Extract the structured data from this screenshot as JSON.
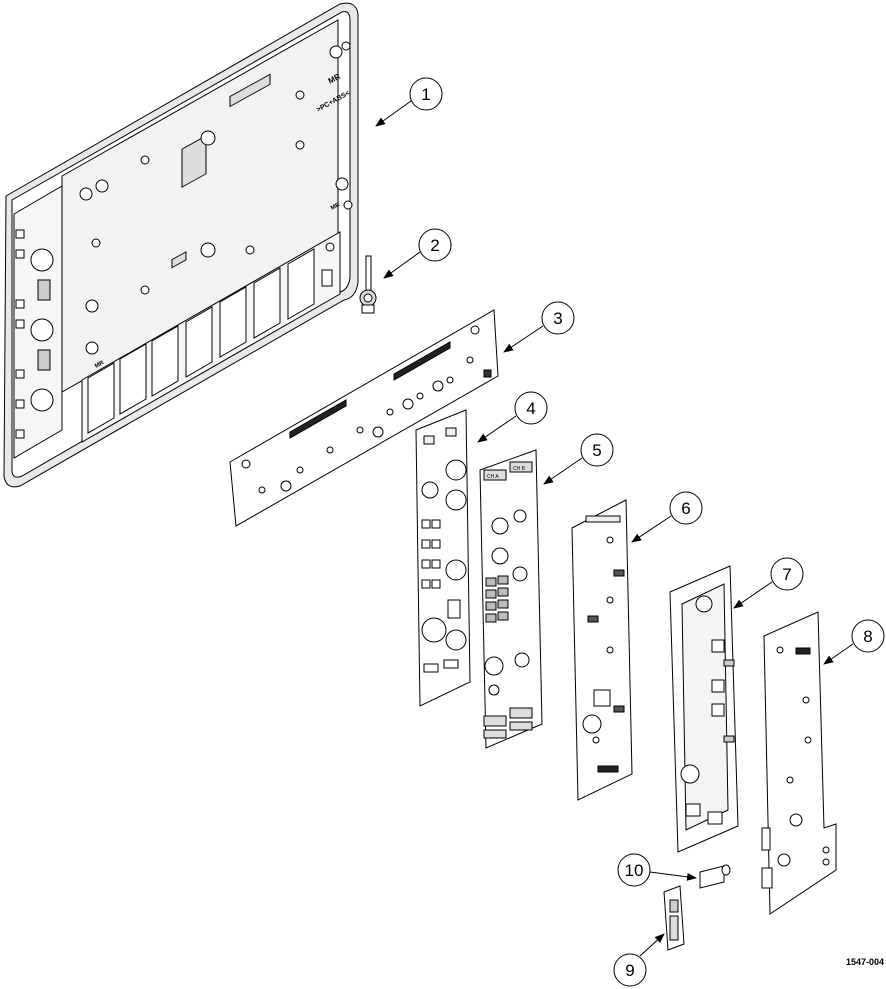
{
  "figure_id": "1547-004",
  "callouts": [
    {
      "number": "1"
    },
    {
      "number": "2"
    },
    {
      "number": "3"
    },
    {
      "number": "4"
    },
    {
      "number": "5"
    },
    {
      "number": "6"
    },
    {
      "number": "7"
    },
    {
      "number": "8"
    },
    {
      "number": "9"
    },
    {
      "number": "10"
    }
  ],
  "panel_markings": {
    "mr_top": "MR",
    "pc_abs": ">PC+ABS<",
    "mr_side": "MR",
    "mr_left": "MR"
  },
  "board_labels": {
    "ch_a": "CH A",
    "ch_b": "CH B"
  }
}
